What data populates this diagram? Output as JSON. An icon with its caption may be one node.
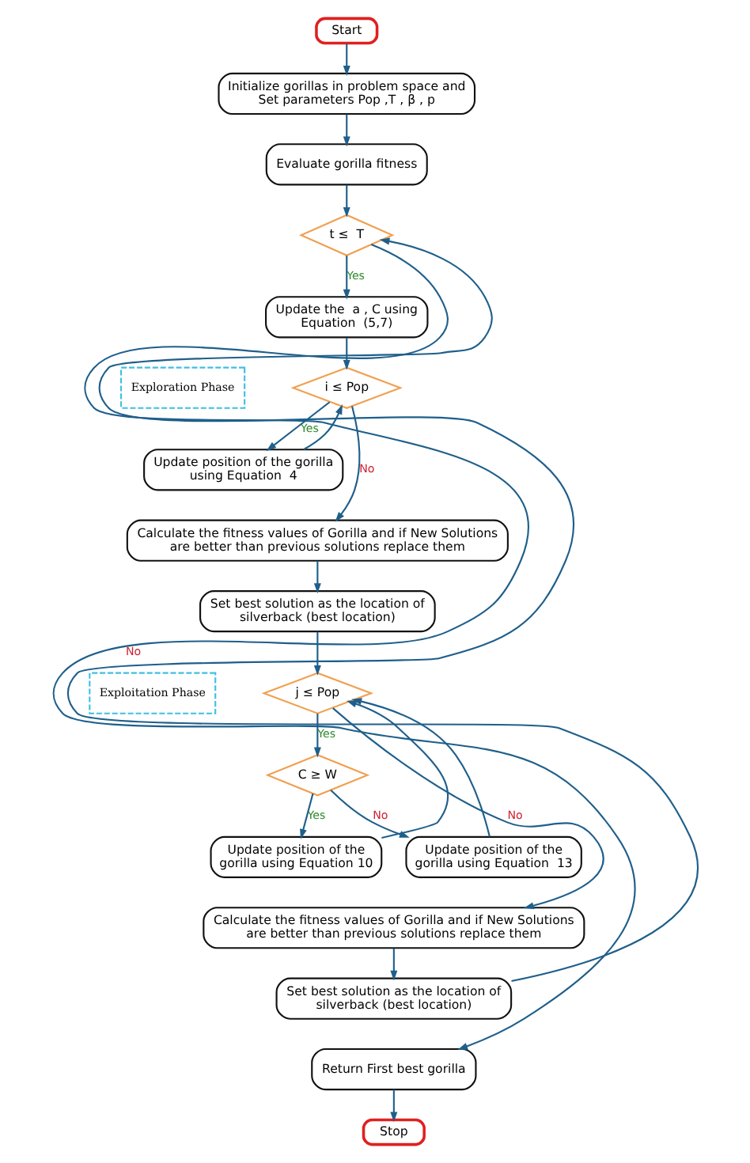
{
  "diagram": {
    "nodes": [
      {
        "text": [
          "Start"
        ]
      },
      {
        "text": [
          "Initialize gorillas in problem space and Set parameters Pop ,T , β , p"
        ]
      },
      {
        "text": [
          "Evaluate gorilla fitness"
        ]
      },
      {
        "text": [
          "t ≤  T"
        ]
      },
      {
        "text": [
          "Update the  a , C using Equation  (5,7)"
        ]
      },
      {
        "text": [
          "i ≤ Pop"
        ]
      },
      {
        "text": [
          "Update position of the gorilla using Equation  4"
        ]
      },
      {
        "text": [
          "Calculate the fitness values of Gorilla and if New Solutions are better than previous solutions replace them"
        ]
      },
      {
        "text": [
          "Set best solution as the location of silverback (best location)"
        ]
      },
      {
        "text": [
          "j ≤ Pop"
        ]
      },
      {
        "text": [
          "C ≥ W"
        ]
      },
      {
        "text": [
          "Update position of the gorilla using Equation 10"
        ]
      },
      {
        "text": [
          "Update position of the gorilla using Equation  13"
        ]
      },
      {
        "text": [
          "Calculate the fitness values of Gorilla and if New Solutions are better than previous solutions replace them"
        ]
      },
      {
        "text": [
          "Set best solution as the location of  silverback (best location)"
        ]
      },
      {
        "text": [
          "Return First best gorilla"
        ]
      },
      {
        "text": [
          "Stop"
        ]
      }
    ],
    "edges": [
      {
        "from": 0,
        "to": 1,
        "arrow": "to"
      },
      {
        "from": 1,
        "to": 2,
        "arrow": "to"
      },
      {
        "from": 2,
        "to": 3,
        "arrow": "to"
      },
      {
        "from": 3,
        "to": 4,
        "arrow": "to",
        "label": "Yes"
      },
      {
        "from": 3,
        "to": 15,
        "arrow": "to",
        "label": "No"
      },
      {
        "from": 4,
        "to": 5,
        "arrow": "to"
      },
      {
        "from": 5,
        "to": 6,
        "arrow": "to",
        "label": "Yes"
      },
      {
        "from": 6,
        "to": 5,
        "arrow": "to"
      },
      {
        "from": 5,
        "to": 7,
        "arrow": "to",
        "label": "No"
      },
      {
        "from": 7,
        "to": 8,
        "arrow": "to"
      },
      {
        "from": 8,
        "to": 9,
        "arrow": "to"
      },
      {
        "from": 9,
        "to": 10,
        "arrow": "to",
        "label": "Yes"
      },
      {
        "from": 9,
        "to": 13,
        "arrow": "to",
        "label": "No"
      },
      {
        "from": 10,
        "to": 11,
        "arrow": "to",
        "label": "Yes"
      },
      {
        "from": 10,
        "to": 12,
        "arrow": "to",
        "label": "No"
      },
      {
        "from": 11,
        "to": 9,
        "arrow": "to"
      },
      {
        "from": 12,
        "to": 9,
        "arrow": "to"
      },
      {
        "from": 13,
        "to": 14,
        "arrow": "to"
      },
      {
        "from": 14,
        "to": 3,
        "arrow": "to"
      },
      {
        "from": 15,
        "to": 16,
        "arrow": "to"
      }
    ],
    "labels": [
      "Exploration Phase",
      "Exploitation Phase"
    ]
  }
}
